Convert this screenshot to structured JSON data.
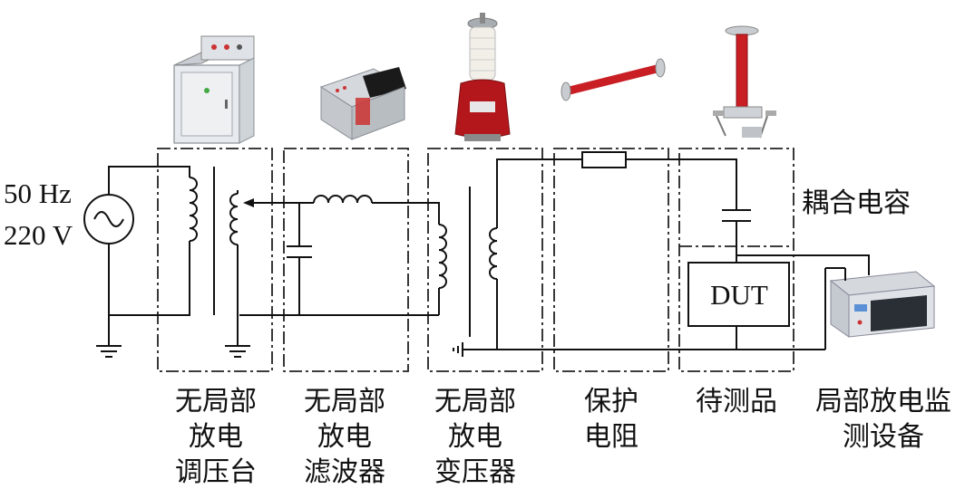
{
  "source": {
    "freq": "50 Hz",
    "volt": "220 V"
  },
  "dut_label": "DUT",
  "coupling_cap_label": "耦合电容",
  "labels": {
    "regulator": [
      "无局部",
      "放电",
      "调压台"
    ],
    "filter": [
      "无局部",
      "放电",
      "滤波器"
    ],
    "transformer": [
      "无局部",
      "放电",
      "变压器"
    ],
    "resistor": [
      "保护",
      "电阻"
    ],
    "dut": [
      "待测品"
    ],
    "monitor": [
      "局部放电监",
      "测设备"
    ]
  }
}
